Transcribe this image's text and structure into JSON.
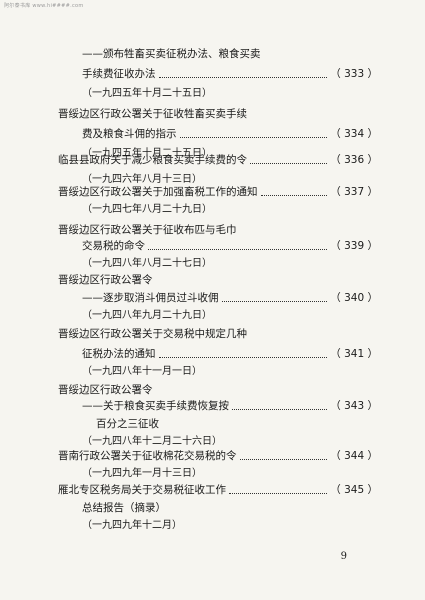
{
  "watermark": "阿尔泰书库 www.hi####.com",
  "lines": [
    {
      "text": "——颁布牲畜买卖征税办法、粮食买卖"
    },
    {
      "text": "手续费征收办法",
      "page": "（ 333 ）"
    },
    {
      "text": "（一九四五年十月二十五日）"
    },
    {
      "text": "晋绥边区行政公署关于征收牲畜买卖手续"
    },
    {
      "text": "费及粮食斗佣的指示",
      "page": "（ 334 ）"
    },
    {
      "text": "（一九四五年十月二十五日）"
    },
    {
      "text": "临县县政府关于减少粮食买卖手续费的令",
      "page": "（ 336 ）"
    },
    {
      "text": "（一九四六年八月十三日）"
    },
    {
      "text": "晋绥边区行政公署关于加强畜税工作的通知",
      "page": "（ 337 ）"
    },
    {
      "text": "（一九四七年八月二十九日）"
    },
    {
      "text": "晋绥边区行政公署关于征收布匹与毛巾"
    },
    {
      "text": "交易税的命令",
      "page": "（ 339 ）"
    },
    {
      "text": "（一九四八年八月二十七日）"
    },
    {
      "text": "晋绥边区行政公署令"
    },
    {
      "text": "——逐步取消斗佣员过斗收佣",
      "page": "（ 340 ）"
    },
    {
      "text": "（一九四八年九月二十九日）"
    },
    {
      "text": "晋绥边区行政公署关于交易税中规定几种"
    },
    {
      "text": "征税办法的通知",
      "page": "（ 341 ）"
    },
    {
      "text": "（一九四八年十一月一日）"
    },
    {
      "text": "晋绥边区行政公署令"
    },
    {
      "text": "——关于粮食买卖手续费恢复按",
      "page": "（ 343 ）"
    },
    {
      "text": "百分之三征收"
    },
    {
      "text": "（一九四八年十二月二十六日）"
    },
    {
      "text": "晋南行政公署关于征收棉花交易税的令",
      "page": "（ 344 ）"
    },
    {
      "text": "（一九四九年一月十三日）"
    },
    {
      "text": "雁北专区税务局关于交易税征收工作",
      "page": "（ 345 ）"
    },
    {
      "text": "总结报告（摘录）"
    },
    {
      "text": "（一九四九年十二月）"
    }
  ],
  "page_number": "9"
}
